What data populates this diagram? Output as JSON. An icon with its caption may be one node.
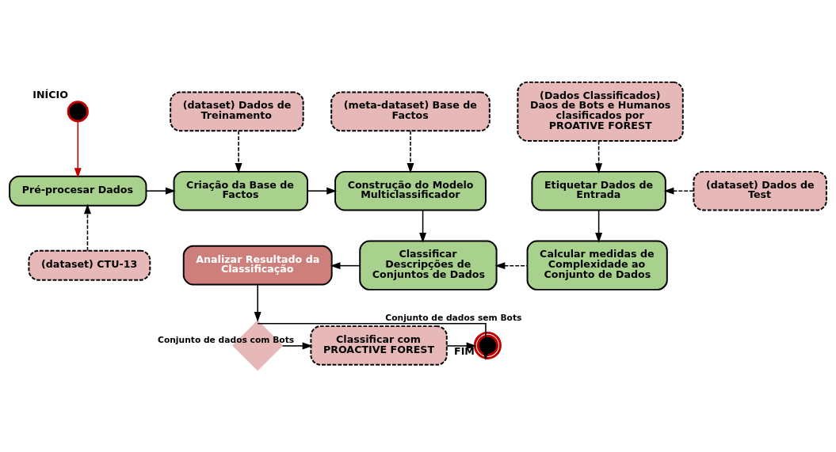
{
  "diagram": {
    "nodes": [
      {
        "text": [],
        "shape": "circle",
        "beside": [
          "INÍCIO"
        ]
      },
      {
        "text": [
          "Pré-procesar Dados"
        ]
      },
      {
        "text": [
          "(dataset) CTU-13"
        ]
      },
      {
        "text": [
          "(dataset) Dados de Treinamento"
        ]
      },
      {
        "text": [
          "Criação da Base de Factos"
        ]
      },
      {
        "text": [
          "(meta-dataset) Base de Factos"
        ]
      },
      {
        "text": [
          "Construção do Modelo Multiclassificador"
        ]
      },
      {
        "text": [
          "(Dados Classificados) Daos de Bots e Humanos clasificados por PROATIVE FOREST"
        ]
      },
      {
        "text": [
          "Etiquetar Dados de Entrada"
        ]
      },
      {
        "text": [
          "(dataset) Dados de Test"
        ]
      },
      {
        "text": [
          "Calcular medidas de Complexidade ao Conjunto de Dados"
        ]
      },
      {
        "text": [
          "Classificar Descripções de Conjuntos de Dados"
        ]
      },
      {
        "text": [
          "Analizar Resultado da Classificação"
        ]
      },
      {
        "text": [],
        "shape": "diamond"
      },
      {
        "text": [
          "Classificar com PROACTIVE FOREST"
        ]
      },
      {
        "text": [],
        "shape": "circle",
        "beside": [
          "FIM"
        ]
      }
    ],
    "edges": [
      {
        "from": 0,
        "to": 1,
        "arrow": "to",
        "color": "#c00000"
      },
      {
        "from": 2,
        "to": 1,
        "arrow": "to",
        "style": "dashed"
      },
      {
        "from": 1,
        "to": 4,
        "arrow": "to"
      },
      {
        "from": 3,
        "to": 4,
        "arrow": "to",
        "style": "dashed"
      },
      {
        "from": 4,
        "to": 6,
        "arrow": "to"
      },
      {
        "from": 5,
        "to": 6,
        "arrow": "to",
        "style": "dashed"
      },
      {
        "from": 7,
        "to": 8,
        "arrow": "to",
        "style": "dashed"
      },
      {
        "from": 9,
        "to": 8,
        "arrow": "to",
        "style": "dashed"
      },
      {
        "from": 8,
        "to": 10,
        "arrow": "to"
      },
      {
        "from": 6,
        "to": 11,
        "arrow": "to"
      },
      {
        "from": 10,
        "to": 11,
        "arrow": "to",
        "style": "dashed"
      },
      {
        "from": 11,
        "to": 12,
        "arrow": "to"
      },
      {
        "from": 12,
        "to": 13,
        "arrow": "to"
      },
      {
        "from": 13,
        "to": 14,
        "arrow": "to",
        "label": "Conjunto de dados com Bots"
      },
      {
        "from": 14,
        "to": 15,
        "arrow": "to"
      },
      {
        "from": 13,
        "to": 15,
        "arrow": "to",
        "label": "Conjunto de dados sem Bots"
      }
    ]
  }
}
